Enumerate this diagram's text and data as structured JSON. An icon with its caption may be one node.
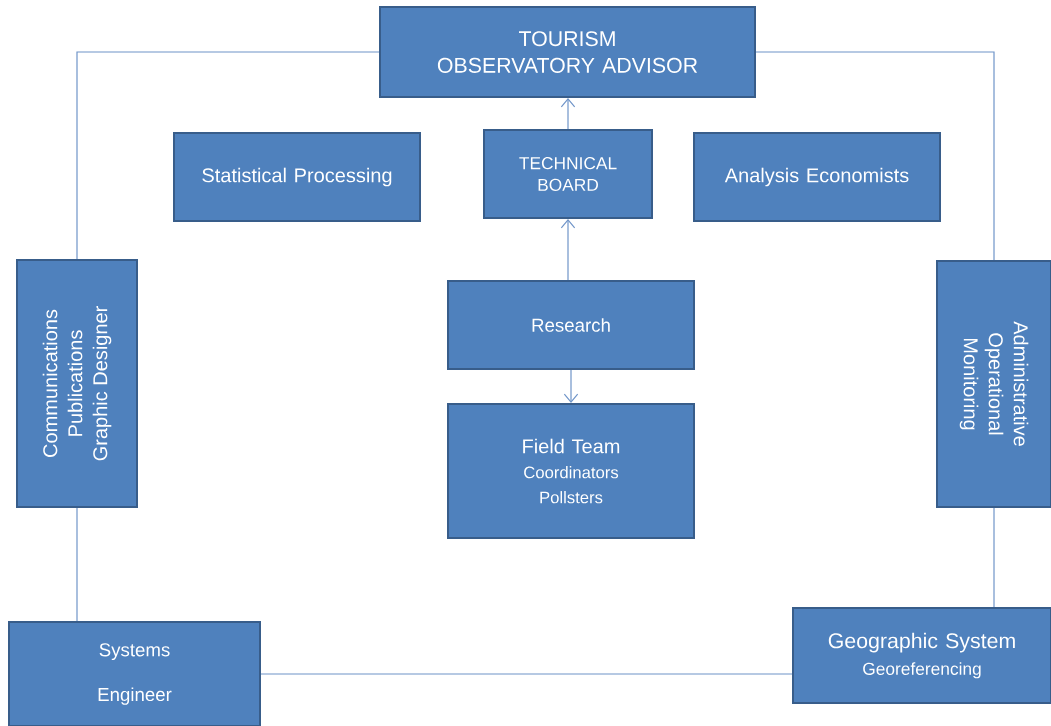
{
  "diagram": {
    "nodes": [
      {
        "text": [
          "TOURISM OBSERVATORY ADVISOR"
        ]
      },
      {
        "text": [
          "Statistical Processing"
        ]
      },
      {
        "text": [
          "TECHNICAL BOARD"
        ]
      },
      {
        "text": [
          "Analysis Economists"
        ]
      },
      {
        "text": [
          "Communications",
          "Publications",
          "Graphic Designer"
        ]
      },
      {
        "text": [
          "Research"
        ]
      },
      {
        "text": [
          "Field Team",
          "Coordinators",
          "Pollsters"
        ]
      },
      {
        "text": [
          "Administrative",
          "Operational",
          "Monitoring"
        ]
      },
      {
        "text": [
          "Systems",
          "Engineer"
        ]
      },
      {
        "text": [
          "Geographic System",
          "Georeferencing"
        ]
      }
    ],
    "edges": [
      {
        "from": 2,
        "to": 0,
        "arrow": "to"
      },
      {
        "from": 5,
        "to": 2,
        "arrow": "to"
      },
      {
        "from": 5,
        "to": 6,
        "arrow": "to"
      },
      {
        "from": 0,
        "to": 4,
        "arrow": "none"
      },
      {
        "from": 4,
        "to": 8,
        "arrow": "none"
      },
      {
        "from": 8,
        "to": 9,
        "arrow": "none"
      },
      {
        "from": 7,
        "to": 9,
        "arrow": "none"
      },
      {
        "from": 0,
        "to": 7,
        "arrow": "none"
      }
    ]
  }
}
